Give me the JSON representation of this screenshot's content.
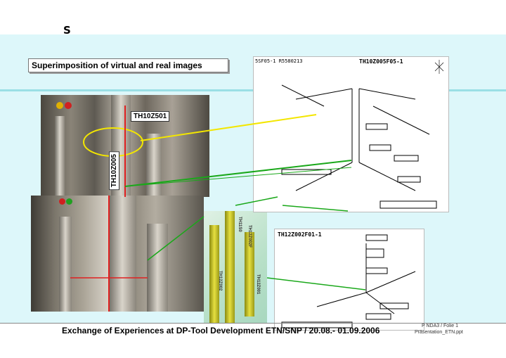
{
  "header": {
    "letter": "S"
  },
  "slide": {
    "title": "Superimposition of virtual and real images",
    "labels": {
      "upper_pipe": "TH10Z501",
      "vertical_pipe": "TH10Z005"
    },
    "iso_top": {
      "left_code": "5SF05-1 R5580213",
      "right_code": "TH10Z005F05-1"
    },
    "iso_bottom": {
      "code": "TH12Z002F01-1"
    },
    "model_labels": [
      "TH12Z002",
      "TH12Z001",
      "TH11S0",
      "TH12Z002F"
    ]
  },
  "footer": {
    "text": "Exchange of Experiences at DP-Tool Development ETN/SNP / 20.08.- 01.09.2006",
    "slide_ref": "P NDA3 / Folie 1",
    "file_name": "Präsentation_ETN.ppt"
  },
  "colors": {
    "background": "#ddf7fa",
    "connector_yellow": "#f3e600",
    "connector_green": "#1aa81a",
    "marker_red": "#e02020"
  }
}
